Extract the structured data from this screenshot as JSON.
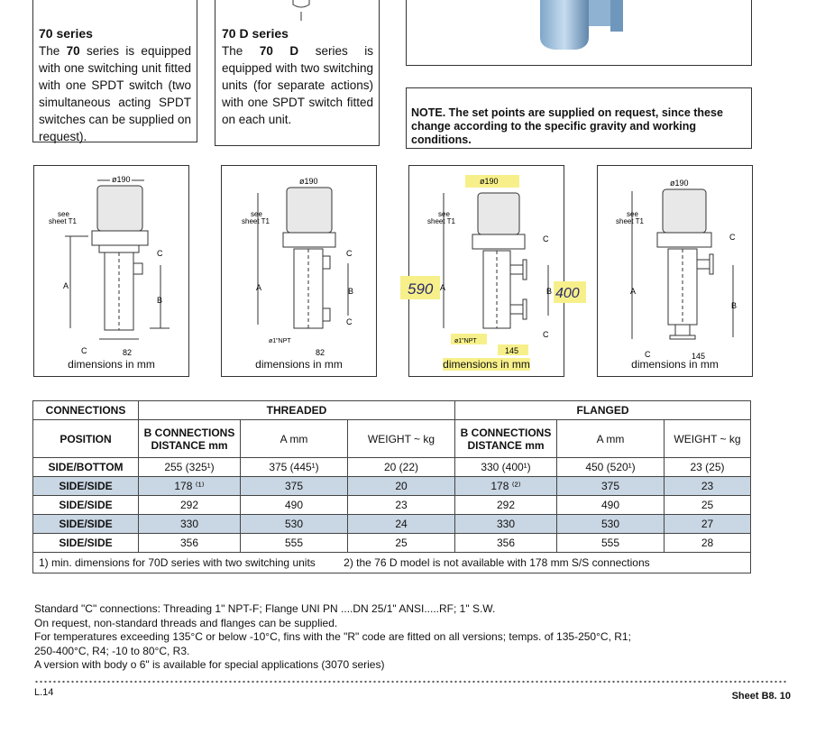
{
  "series_70": {
    "title": "70 series",
    "text_parts": [
      "The ",
      "70",
      " series is equipped with one switching unit fitted with one SPDT switch (two simultaneous acting SPDT switches can be supplied on request)."
    ]
  },
  "series_70d": {
    "title": "70 D series",
    "text_parts": [
      "The ",
      "70 D",
      " series is equipped with two switching units (for separate actions) with one SPDT switch fitted on each unit."
    ]
  },
  "note": "NOTE. The set points are supplied on request, since these change according to the specific gravity and working conditions.",
  "drawings": {
    "caption": "dimensions in mm",
    "see_sheet": [
      "see",
      "sheet T1"
    ],
    "d190": "ø190",
    "label_a": "A",
    "label_b": "B",
    "label_c": "C",
    "npt": "ø1\"NPT",
    "w82": "82",
    "w145": "145",
    "hand_590": "590",
    "hand_400": "400"
  },
  "table": {
    "connections_label": "CONNECTIONS",
    "threaded_label": "THREADED",
    "flanged_label": "FLANGED",
    "headers": {
      "position": "POSITION",
      "b_conn_line1": "B CONNECTIONS",
      "b_conn_line2": "DISTANCE  mm",
      "a_mm": "A mm",
      "weight": "WEIGHT ~ kg"
    },
    "rows": [
      {
        "pos": "SIDE/BOTTOM",
        "tb": "255 (325¹)",
        "ta": "375 (445¹)",
        "tw": "20 (22)",
        "fb": "330 (400¹)",
        "fa": "450 (520¹)",
        "fw": "23 (25)"
      },
      {
        "pos": "SIDE/SIDE",
        "tb": "178 ⁽¹⁾",
        "ta": "375",
        "tw": "20",
        "fb": "178 ⁽²⁾",
        "fa": "375",
        "fw": "23"
      },
      {
        "pos": "SIDE/SIDE",
        "tb": "292",
        "ta": "490",
        "tw": "23",
        "fb": "292",
        "fa": "490",
        "fw": "25"
      },
      {
        "pos": "SIDE/SIDE",
        "tb": "330",
        "ta": "530",
        "tw": "24",
        "fb": "330",
        "fa": "530",
        "fw": "27"
      },
      {
        "pos": "SIDE/SIDE",
        "tb": "356",
        "ta": "555",
        "tw": "25",
        "fb": "356",
        "fa": "555",
        "fw": "28"
      }
    ],
    "footnote1": "1) min. dimensions for 70D series with two switching units",
    "footnote2": "2) the 76 D model is not available with 178 mm S/S connections"
  },
  "bottom_text": [
    "Standard \"C\" connections: Threading 1\" NPT-F;  Flange UNI PN ....DN 25/1\" ANSI.....RF;   1\" S.W.",
    "On request, non-standard threads and flanges can be supplied.",
    "For temperatures exceeding 135°C or below -10°C, fins with the \"R\" code are fitted on all versions; temps. of 135-250°C, R1;",
    "250-400°C, R4; -10 to 80°C, R3.",
    "A version with body o 6\" is available for special applications (3070 series)"
  ],
  "footer": {
    "left": "L.14",
    "right": "Sheet B8. 10"
  }
}
